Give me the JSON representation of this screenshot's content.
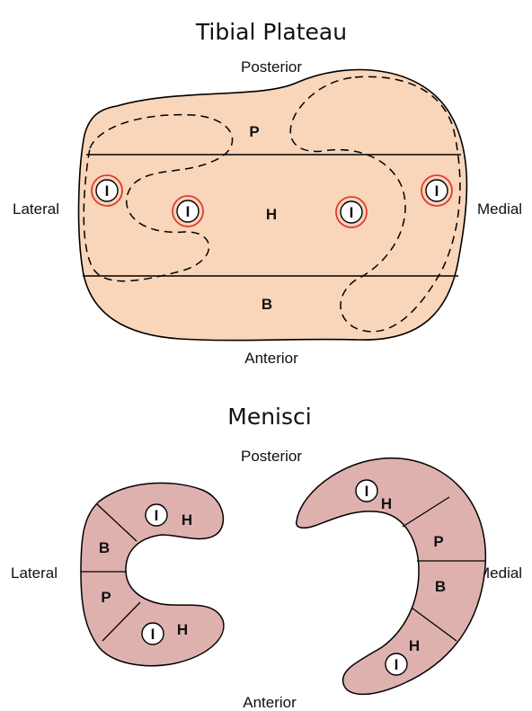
{
  "tibial_plateau": {
    "title": "Tibial Plateau",
    "posterior": "Posterior",
    "anterior": "Anterior",
    "lateral": "Lateral",
    "medial": "Medial",
    "zones": {
      "p": "P",
      "h": "H",
      "b": "B"
    },
    "insertion_label": "I",
    "fill_color": "#f9d5ba",
    "ring_color": "#e03a2f"
  },
  "menisci": {
    "title": "Menisci",
    "posterior": "Posterior",
    "anterior": "Anterior",
    "lateral": "Lateral",
    "medial": "Medial",
    "lateral_meniscus": {
      "h_top": "H",
      "b": "B",
      "p": "P",
      "h_bottom": "H"
    },
    "medial_meniscus": {
      "h_top": "H",
      "p": "P",
      "b": "B",
      "h_bottom": "H"
    },
    "insertion_label": "I",
    "fill_color": "#dfb1ae"
  }
}
